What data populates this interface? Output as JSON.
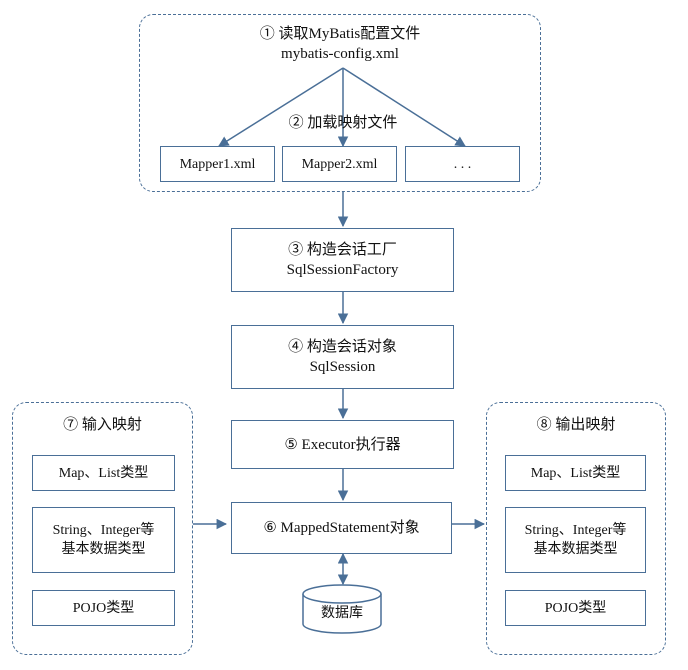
{
  "config": {
    "title": "① 读取MyBatis配置文件",
    "file": "mybatis-config.xml",
    "load_label": "② 加载映射文件",
    "mappers": [
      "Mapper1.xml",
      "Mapper2.xml",
      ". . ."
    ]
  },
  "steps": {
    "factory_title": "③ 构造会话工厂",
    "factory_name": "SqlSessionFactory",
    "session_title": "④ 构造会话对象",
    "session_name": "SqlSession",
    "executor": "⑤ Executor执行器",
    "mapped_statement": "⑥ MappedStatement对象"
  },
  "database": "数据库",
  "input_mapping": {
    "title": "⑦ 输入映射",
    "types": [
      "Map、List类型",
      "String、Integer等",
      "基本数据类型",
      "POJO类型"
    ]
  },
  "output_mapping": {
    "title": "⑧ 输出映射",
    "types": [
      "Map、List类型",
      "String、Integer等",
      "基本数据类型",
      "POJO类型"
    ]
  },
  "colors": {
    "border": "#4a6f97",
    "arrow": "#4a6f97",
    "text": "#111111"
  }
}
